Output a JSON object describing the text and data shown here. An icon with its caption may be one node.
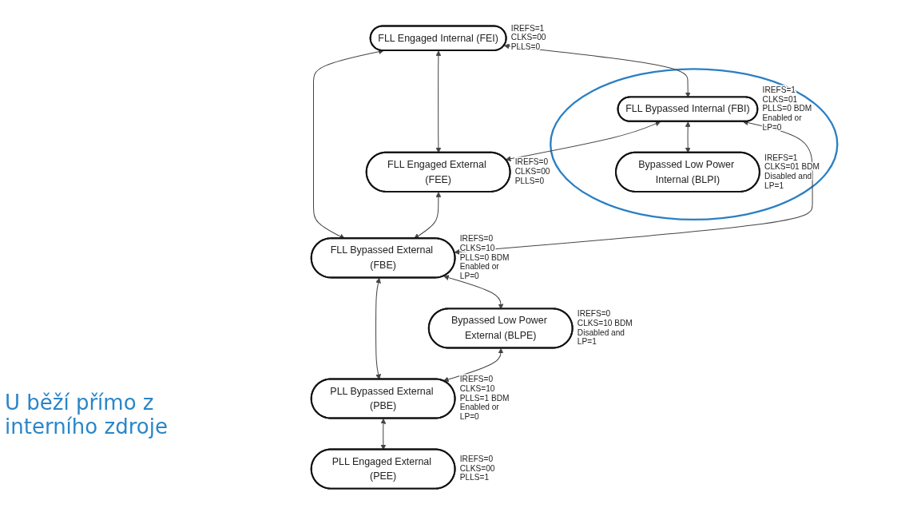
{
  "diagram": {
    "nodes": [
      {
        "text": [
          "FLL Engaged Internal (FEI)"
        ],
        "beside": [
          "IREFS=1 CLKS=00 PLLS=0"
        ]
      },
      {
        "text": [
          "FLL Engaged External (FEE)"
        ],
        "beside": [
          "IREFS=0 CLKS=00 PLLS=0"
        ]
      },
      {
        "text": [],
        "shape": "ellipse"
      },
      {
        "text": [
          "FLL Bypassed Internal (FBI)"
        ],
        "beside": [
          "IREFS=1 CLKS=01 PLLS=0 BDM Enabled or LP=0"
        ],
        "in": 2
      },
      {
        "text": [
          "FLL Bypassed External (FBE)"
        ],
        "beside": [
          "IREFS=0 CLKS=10 PLLS=0 BDM Enabled or LP=0"
        ]
      },
      {
        "text": [
          "Bypassed Low Power Internal (BLPI)"
        ],
        "beside": [
          "IREFS=1 CLKS=01 BDM Disabled and LP=1"
        ],
        "in": 2
      },
      {
        "text": [
          "Bypassed Low Power External (BLPE)"
        ],
        "beside": [
          "IREFS=0 CLKS=10 BDM Disabled and LP=1"
        ]
      },
      {
        "text": [
          "PLL Bypassed External (PBE)"
        ],
        "beside": [
          "IREFS=0 CLKS=10 PLLS=1 BDM Enabled or LP=0"
        ]
      },
      {
        "text": [
          "PLL Engaged External (PEE)"
        ],
        "beside": [
          "IREFS=0 CLKS=00 PLLS=1"
        ]
      }
    ],
    "edges": [
      {
        "from": 0,
        "to": 1,
        "arrow": "both"
      },
      {
        "from": 0,
        "to": 3,
        "arrow": "both"
      },
      {
        "from": 0,
        "to": 4,
        "arrow": "both"
      },
      {
        "from": 3,
        "to": 1,
        "arrow": "both"
      },
      {
        "from": 1,
        "to": 4,
        "arrow": "both"
      },
      {
        "from": 3,
        "to": 4,
        "arrow": "both"
      },
      {
        "from": 3,
        "to": 5,
        "arrow": "both"
      },
      {
        "from": 4,
        "to": 6,
        "arrow": "both"
      },
      {
        "from": 4,
        "to": 7,
        "arrow": "both"
      },
      {
        "from": 6,
        "to": 7,
        "arrow": "both"
      },
      {
        "from": 7,
        "to": 8,
        "arrow": "both"
      }
    ],
    "labels": [
      "U běží přímo z interního zdroje"
    ]
  }
}
